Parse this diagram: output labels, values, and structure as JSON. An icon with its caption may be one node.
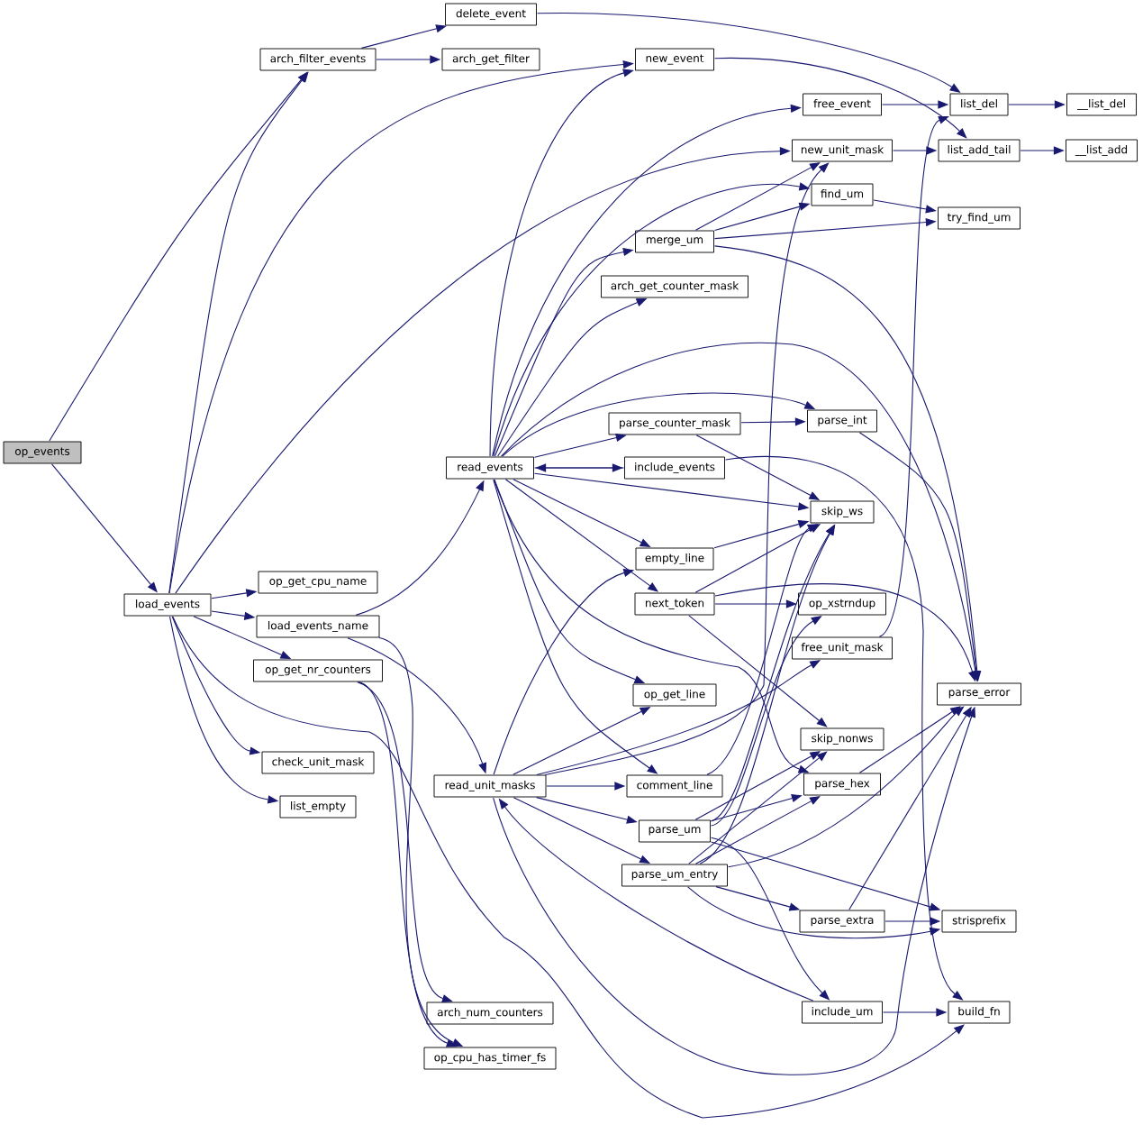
{
  "diagram": {
    "nodes": [
      {
        "text": [
          "op_events"
        ]
      },
      {
        "text": [
          "load_events"
        ]
      },
      {
        "text": [
          "arch_filter_events"
        ]
      },
      {
        "text": [
          "delete_event"
        ]
      },
      {
        "text": [
          "arch_get_filter"
        ]
      },
      {
        "text": [
          "new_event"
        ]
      },
      {
        "text": [
          "free_event"
        ]
      },
      {
        "text": [
          "list_del"
        ]
      },
      {
        "text": [
          "__list_del"
        ]
      },
      {
        "text": [
          "new_unit_mask"
        ]
      },
      {
        "text": [
          "list_add_tail"
        ]
      },
      {
        "text": [
          "__list_add"
        ]
      },
      {
        "text": [
          "find_um"
        ]
      },
      {
        "text": [
          "try_find_um"
        ]
      },
      {
        "text": [
          "merge_um"
        ]
      },
      {
        "text": [
          "arch_get_counter_mask"
        ]
      },
      {
        "text": [
          "parse_int"
        ]
      },
      {
        "text": [
          "parse_counter_mask"
        ]
      },
      {
        "text": [
          "read_events"
        ]
      },
      {
        "text": [
          "include_events"
        ]
      },
      {
        "text": [
          "skip_ws"
        ]
      },
      {
        "text": [
          "empty_line"
        ]
      },
      {
        "text": [
          "next_token"
        ]
      },
      {
        "text": [
          "op_xstrndup"
        ]
      },
      {
        "text": [
          "free_unit_mask"
        ]
      },
      {
        "text": [
          "parse_error"
        ]
      },
      {
        "text": [
          "op_get_line"
        ]
      },
      {
        "text": [
          "skip_nonws"
        ]
      },
      {
        "text": [
          "parse_hex"
        ]
      },
      {
        "text": [
          "comment_line"
        ]
      },
      {
        "text": [
          "read_unit_masks"
        ]
      },
      {
        "text": [
          "parse_um"
        ]
      },
      {
        "text": [
          "parse_um_entry"
        ]
      },
      {
        "text": [
          "parse_extra"
        ]
      },
      {
        "text": [
          "strisprefix"
        ]
      },
      {
        "text": [
          "include_um"
        ]
      },
      {
        "text": [
          "build_fn"
        ]
      },
      {
        "text": [
          "arch_num_counters"
        ]
      },
      {
        "text": [
          "op_cpu_has_timer_fs"
        ]
      },
      {
        "text": [
          "op_get_cpu_name"
        ]
      },
      {
        "text": [
          "load_events_name"
        ]
      },
      {
        "text": [
          "op_get_nr_counters"
        ]
      },
      {
        "text": [
          "check_unit_mask"
        ]
      },
      {
        "text": [
          "list_empty"
        ]
      }
    ],
    "edges": [
      {
        "from": 0,
        "to": 1,
        "arrow": "to"
      },
      {
        "from": 0,
        "to": 2,
        "arrow": "to"
      },
      {
        "from": 1,
        "to": 2,
        "arrow": "to"
      },
      {
        "from": 1,
        "to": 5,
        "arrow": "to"
      },
      {
        "from": 1,
        "to": 9,
        "arrow": "to"
      },
      {
        "from": 1,
        "to": 39,
        "arrow": "to"
      },
      {
        "from": 1,
        "to": 40,
        "arrow": "to"
      },
      {
        "from": 1,
        "to": 41,
        "arrow": "to"
      },
      {
        "from": 1,
        "to": 42,
        "arrow": "to"
      },
      {
        "from": 1,
        "to": 43,
        "arrow": "to"
      },
      {
        "from": 1,
        "to": 36,
        "arrow": "to"
      },
      {
        "from": 40,
        "to": 30,
        "arrow": "to"
      },
      {
        "from": 40,
        "to": 18,
        "arrow": "to"
      },
      {
        "from": 40,
        "to": 38,
        "arrow": "to"
      },
      {
        "from": 41,
        "to": 37,
        "arrow": "to"
      },
      {
        "from": 41,
        "to": 38,
        "arrow": "to"
      },
      {
        "from": 2,
        "to": 3,
        "arrow": "to"
      },
      {
        "from": 2,
        "to": 4,
        "arrow": "to"
      },
      {
        "from": 3,
        "to": 7,
        "arrow": "to"
      },
      {
        "from": 5,
        "to": 10,
        "arrow": "to"
      },
      {
        "from": 6,
        "to": 7,
        "arrow": "to"
      },
      {
        "from": 7,
        "to": 8,
        "arrow": "to"
      },
      {
        "from": 9,
        "to": 10,
        "arrow": "to"
      },
      {
        "from": 10,
        "to": 11,
        "arrow": "to"
      },
      {
        "from": 12,
        "to": 13,
        "arrow": "to"
      },
      {
        "from": 14,
        "to": 9,
        "arrow": "to"
      },
      {
        "from": 14,
        "to": 12,
        "arrow": "to"
      },
      {
        "from": 14,
        "to": 13,
        "arrow": "to"
      },
      {
        "from": 14,
        "to": 25,
        "arrow": "to"
      },
      {
        "from": 18,
        "to": 5,
        "arrow": "to"
      },
      {
        "from": 18,
        "to": 6,
        "arrow": "to"
      },
      {
        "from": 18,
        "to": 12,
        "arrow": "to"
      },
      {
        "from": 18,
        "to": 14,
        "arrow": "to"
      },
      {
        "from": 18,
        "to": 15,
        "arrow": "to"
      },
      {
        "from": 18,
        "to": 25,
        "arrow": "to"
      },
      {
        "from": 18,
        "to": 16,
        "arrow": "to"
      },
      {
        "from": 18,
        "to": 17,
        "arrow": "to"
      },
      {
        "from": 18,
        "to": 19,
        "arrow": "to"
      },
      {
        "from": 18,
        "to": 20,
        "arrow": "to"
      },
      {
        "from": 18,
        "to": 21,
        "arrow": "to"
      },
      {
        "from": 18,
        "to": 22,
        "arrow": "to"
      },
      {
        "from": 18,
        "to": 26,
        "arrow": "to"
      },
      {
        "from": 18,
        "to": 29,
        "arrow": "to"
      },
      {
        "from": 18,
        "to": 28,
        "arrow": "to"
      },
      {
        "from": 17,
        "to": 16,
        "arrow": "to"
      },
      {
        "from": 17,
        "to": 20,
        "arrow": "to"
      },
      {
        "from": 19,
        "to": 18,
        "arrow": "to"
      },
      {
        "from": 19,
        "to": 36,
        "arrow": "to"
      },
      {
        "from": 21,
        "to": 20,
        "arrow": "to"
      },
      {
        "from": 22,
        "to": 20,
        "arrow": "to"
      },
      {
        "from": 22,
        "to": 25,
        "arrow": "to"
      },
      {
        "from": 22,
        "to": 23,
        "arrow": "to"
      },
      {
        "from": 22,
        "to": 27,
        "arrow": "to"
      },
      {
        "from": 16,
        "to": 25,
        "arrow": "to"
      },
      {
        "from": 24,
        "to": 7,
        "arrow": "to"
      },
      {
        "from": 30,
        "to": 21,
        "arrow": "to"
      },
      {
        "from": 30,
        "to": 26,
        "arrow": "to"
      },
      {
        "from": 30,
        "to": 29,
        "arrow": "to"
      },
      {
        "from": 30,
        "to": 31,
        "arrow": "to"
      },
      {
        "from": 30,
        "to": 32,
        "arrow": "to"
      },
      {
        "from": 30,
        "to": 24,
        "arrow": "to"
      },
      {
        "from": 30,
        "to": 9,
        "arrow": "to"
      },
      {
        "from": 30,
        "to": 25,
        "arrow": "to"
      },
      {
        "from": 29,
        "to": 20,
        "arrow": "to"
      },
      {
        "from": 31,
        "to": 20,
        "arrow": "to"
      },
      {
        "from": 31,
        "to": 23,
        "arrow": "to"
      },
      {
        "from": 31,
        "to": 27,
        "arrow": "to"
      },
      {
        "from": 31,
        "to": 28,
        "arrow": "to"
      },
      {
        "from": 31,
        "to": 34,
        "arrow": "to"
      },
      {
        "from": 31,
        "to": 35,
        "arrow": "to"
      },
      {
        "from": 32,
        "to": 20,
        "arrow": "to"
      },
      {
        "from": 32,
        "to": 27,
        "arrow": "to"
      },
      {
        "from": 32,
        "to": 28,
        "arrow": "to"
      },
      {
        "from": 32,
        "to": 25,
        "arrow": "to"
      },
      {
        "from": 32,
        "to": 33,
        "arrow": "to"
      },
      {
        "from": 32,
        "to": 34,
        "arrow": "to"
      },
      {
        "from": 33,
        "to": 34,
        "arrow": "to"
      },
      {
        "from": 33,
        "to": 25,
        "arrow": "to"
      },
      {
        "from": 28,
        "to": 25,
        "arrow": "to"
      },
      {
        "from": 35,
        "to": 36,
        "arrow": "to"
      },
      {
        "from": 35,
        "to": 30,
        "arrow": "to"
      }
    ]
  }
}
